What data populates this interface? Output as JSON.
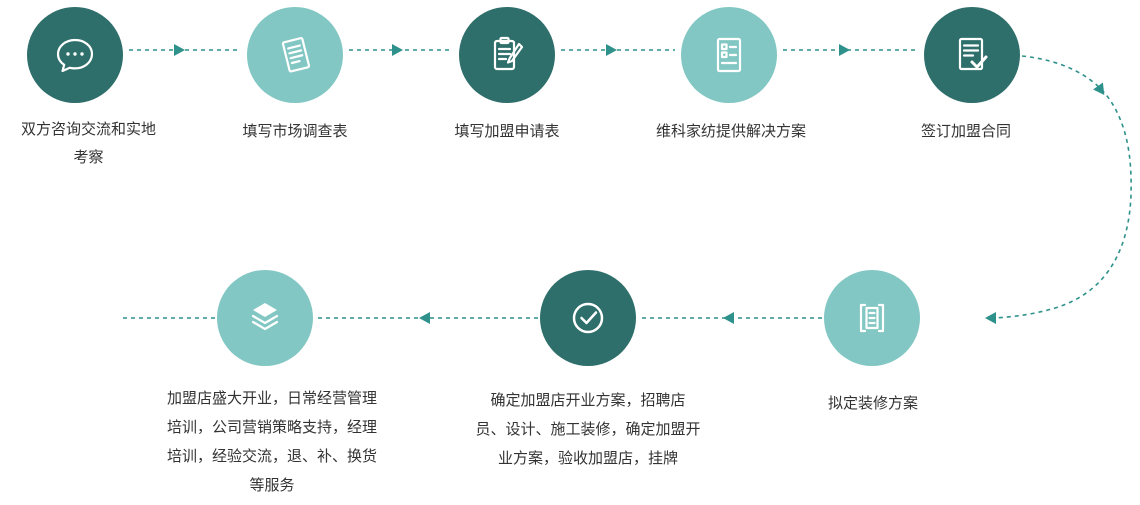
{
  "diagram_title": "franchise-process-flow",
  "colors": {
    "dark_teal": "#2e6f6b",
    "light_teal": "#82c7c3",
    "arrow_teal": "#2f918b",
    "text": "#333333"
  },
  "steps": [
    {
      "order": 1,
      "tone": "dark",
      "icon": "chat-bubble-icon",
      "label": "双方咨询交流和实地\n考察"
    },
    {
      "order": 2,
      "tone": "light",
      "icon": "survey-form-icon",
      "label": "填写市场调查表"
    },
    {
      "order": 3,
      "tone": "dark",
      "icon": "application-form-icon",
      "label": "填写加盟申请表"
    },
    {
      "order": 4,
      "tone": "light",
      "icon": "solution-checklist-icon",
      "label": "维科家纺提供解决方案"
    },
    {
      "order": 5,
      "tone": "dark",
      "icon": "contract-signed-icon",
      "label": "签订加盟合同"
    },
    {
      "order": 6,
      "tone": "light",
      "icon": "decoration-plan-icon",
      "label": "拟定装修方案"
    },
    {
      "order": 7,
      "tone": "dark",
      "icon": "check-circle-icon",
      "label": "确定加盟店开业方案，招聘店\n员、设计、施工装修，确定加盟开\n业方案，验收加盟店，挂牌"
    },
    {
      "order": 8,
      "tone": "light",
      "icon": "layers-icon",
      "label": "加盟店盛大开业，日常经营管理\n培训，公司营销策略支持，经理\n培训，经验交流，退、补、换货\n等服务"
    }
  ]
}
